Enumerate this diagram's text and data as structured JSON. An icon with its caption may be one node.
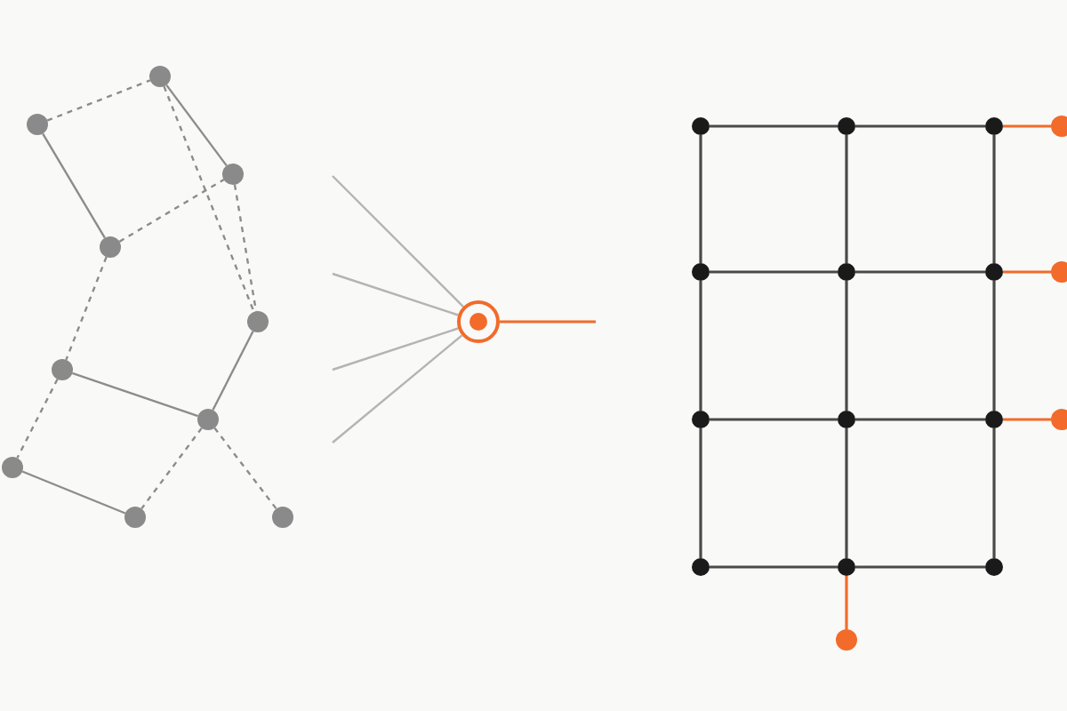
{
  "diagram": {
    "nodes": [
      {
        "text": [],
        "shape": "circle"
      },
      {
        "text": [],
        "shape": "circle"
      },
      {
        "text": [],
        "shape": "circle"
      },
      {
        "text": [],
        "shape": "circle"
      },
      {
        "text": [],
        "shape": "circle"
      },
      {
        "text": [],
        "shape": "circle"
      },
      {
        "text": [],
        "shape": "circle"
      },
      {
        "text": [],
        "shape": "circle"
      },
      {
        "text": [],
        "shape": "circle"
      },
      {
        "text": [],
        "shape": "circle"
      },
      {
        "text": [],
        "shape": "circle"
      },
      {
        "text": [],
        "shape": "circle"
      },
      {
        "text": [],
        "shape": "circle"
      },
      {
        "text": [],
        "shape": "circle"
      },
      {
        "text": [],
        "shape": "circle"
      },
      {
        "text": [],
        "shape": "circle"
      },
      {
        "text": [],
        "shape": "circle"
      },
      {
        "text": [],
        "shape": "circle"
      },
      {
        "text": [],
        "shape": "circle"
      },
      {
        "text": [],
        "shape": "circle"
      },
      {
        "text": [],
        "shape": "circle"
      },
      {
        "text": [],
        "shape": "circle"
      },
      {
        "text": [],
        "shape": "circle"
      },
      {
        "text": [],
        "shape": "circle"
      },
      {
        "text": [],
        "shape": "circle"
      },
      {
        "text": [],
        "shape": "circle"
      },
      {
        "text": [],
        "shape": "circle"
      }
    ],
    "edges": [
      {
        "from": 1,
        "to": 0,
        "arrow": "none",
        "style": "dashed",
        "color": "#8c8c8c"
      },
      {
        "from": 0,
        "to": 2,
        "arrow": "none",
        "color": "#8c8c8c"
      },
      {
        "from": 1,
        "to": 3,
        "arrow": "none",
        "color": "#8c8c8c"
      },
      {
        "from": 3,
        "to": 2,
        "arrow": "none",
        "style": "dashed",
        "color": "#8c8c8c"
      },
      {
        "from": 0,
        "to": 4,
        "arrow": "none",
        "style": "dashed",
        "color": "#8c8c8c"
      },
      {
        "from": 2,
        "to": 4,
        "arrow": "none",
        "style": "dashed",
        "color": "#8c8c8c"
      },
      {
        "from": 3,
        "to": 5,
        "arrow": "none",
        "style": "dashed",
        "color": "#8c8c8c"
      },
      {
        "from": 5,
        "to": 6,
        "arrow": "none",
        "color": "#8c8c8c"
      },
      {
        "from": 4,
        "to": 6,
        "arrow": "none",
        "color": "#8c8c8c"
      },
      {
        "from": 5,
        "to": 7,
        "arrow": "none",
        "style": "dashed",
        "color": "#8c8c8c"
      },
      {
        "from": 7,
        "to": 8,
        "arrow": "none",
        "color": "#8c8c8c"
      },
      {
        "from": 6,
        "to": 8,
        "arrow": "none",
        "style": "dashed",
        "color": "#8c8c8c"
      },
      {
        "from": 6,
        "to": 9,
        "arrow": "none",
        "style": "dashed",
        "color": "#8c8c8c"
      },
      {
        "from": null,
        "to": 10,
        "arrow": "none",
        "color": "#b4b4b4"
      },
      {
        "from": null,
        "to": 10,
        "arrow": "none",
        "color": "#b4b4b4"
      },
      {
        "from": null,
        "to": 10,
        "arrow": "none",
        "color": "#b4b4b4"
      },
      {
        "from": null,
        "to": 10,
        "arrow": "none",
        "color": "#b4b4b4"
      },
      {
        "from": 10,
        "to": null,
        "arrow": "none",
        "color": "#f26b2a"
      },
      {
        "from": 11,
        "to": 12,
        "arrow": "none"
      },
      {
        "from": 12,
        "to": 13,
        "arrow": "none"
      },
      {
        "from": 14,
        "to": 15,
        "arrow": "none"
      },
      {
        "from": 15,
        "to": 16,
        "arrow": "none"
      },
      {
        "from": 17,
        "to": 18,
        "arrow": "none"
      },
      {
        "from": 18,
        "to": 19,
        "arrow": "none"
      },
      {
        "from": 20,
        "to": 21,
        "arrow": "none"
      },
      {
        "from": 21,
        "to": 22,
        "arrow": "none"
      },
      {
        "from": 11,
        "to": 14,
        "arrow": "none"
      },
      {
        "from": 14,
        "to": 17,
        "arrow": "none"
      },
      {
        "from": 17,
        "to": 20,
        "arrow": "none"
      },
      {
        "from": 12,
        "to": 15,
        "arrow": "none"
      },
      {
        "from": 15,
        "to": 18,
        "arrow": "none"
      },
      {
        "from": 18,
        "to": 21,
        "arrow": "none"
      },
      {
        "from": 13,
        "to": 16,
        "arrow": "none"
      },
      {
        "from": 16,
        "to": 19,
        "arrow": "none"
      },
      {
        "from": 19,
        "to": 22,
        "arrow": "none"
      },
      {
        "from": 13,
        "to": 23,
        "arrow": "none",
        "color": "#f26b2a"
      },
      {
        "from": 16,
        "to": 24,
        "arrow": "none",
        "color": "#f26b2a"
      },
      {
        "from": 19,
        "to": 25,
        "arrow": "none",
        "color": "#f26b2a"
      },
      {
        "from": 21,
        "to": 26,
        "arrow": "none",
        "color": "#f26b2a"
      }
    ]
  }
}
